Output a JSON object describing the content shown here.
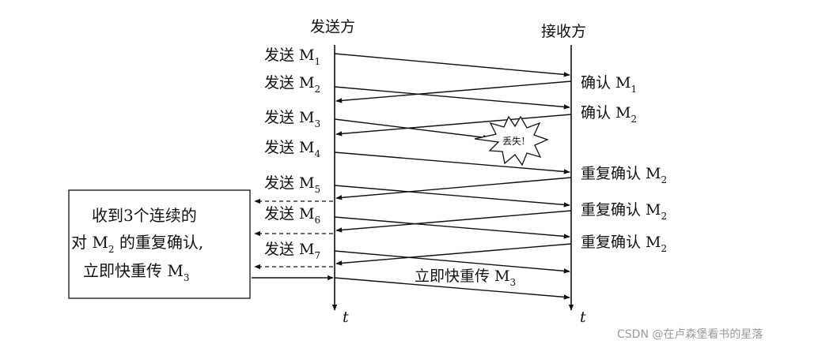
{
  "sender": {
    "title": "发送方",
    "time_label": "t"
  },
  "receiver": {
    "title": "接收方",
    "time_label": "t"
  },
  "send_events": [
    {
      "text": "发送 M",
      "sub": "1"
    },
    {
      "text": "发送 M",
      "sub": "2"
    },
    {
      "text": "发送 M",
      "sub": "3"
    },
    {
      "text": "发送 M",
      "sub": "4"
    },
    {
      "text": "发送 M",
      "sub": "5"
    },
    {
      "text": "发送 M",
      "sub": "6"
    },
    {
      "text": "发送 M",
      "sub": "7"
    }
  ],
  "ack_events": [
    {
      "text": "确认 M",
      "sub": "1"
    },
    {
      "text": "确认 M",
      "sub": "2"
    },
    {
      "text": "重复确认 M",
      "sub": "2"
    },
    {
      "text": "重复确认 M",
      "sub": "2"
    },
    {
      "text": "重复确认 M",
      "sub": "2"
    }
  ],
  "loss_label": "丢失!",
  "retransmit_label": {
    "text": "立即快重传 M",
    "sub": "3"
  },
  "note_box": {
    "line1": "收到3个连续的",
    "line2_a": "对 M",
    "line2_sub": "2",
    "line2_b": " 的重复确认,",
    "line3": "立即快重传 M",
    "line3_sub": "3"
  },
  "watermark": "CSDN @在卢森堡看书的星落"
}
